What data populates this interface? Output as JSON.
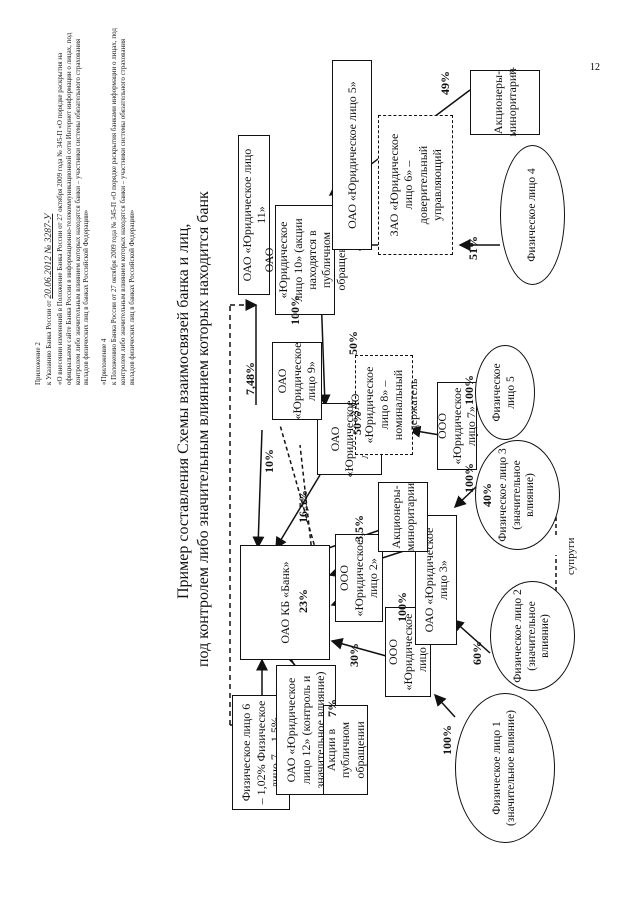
{
  "page_number": "12",
  "header": {
    "appendix2_label": "Приложение 2",
    "appendix2_intro": "к Указанию Банка России от",
    "appendix2_date": "20.06.2012 № 3287-У",
    "appendix2_text": "«О внесении изменений в Положение Банка России от 27 октября 2009 года № 345-П «О порядке раскрытия на официальном сайте Банка России в информационно-телекоммуникационной сети Интернет информации о лицах, под контролем либо значительным влиянием которых находятся банки – участники системы обязательного страхования вкладов физических лиц в банках Российской Федерации»",
    "appendix4_label": "«Приложение 4",
    "appendix4_text": "к Положению Банка России от 27 октября 2009 года № 345-П «О порядке раскрытия банками информации о лицах, под контролем либо значительным влиянием которых находятся банки – участники системы обязательного страхования вкладов физических лиц в банках Российской Федерации»"
  },
  "title_line1": "Пример составления Схемы взаимосвязей банка и лиц,",
  "title_line2": "под контролем либо значительным влиянием которых находится банк",
  "nodes": {
    "bank": "ОАО КБ «Банк»",
    "fl67": "Физическое лицо 6 – 1,02% Физическое лицо 7 – 1,5%",
    "oao12": "ОАО «Юридическое лицо 12» (контроль и значительное влияние)",
    "public_shares": "Акции в публичном обращении",
    "ooo1": "ООО «Юридическое лицо 1»",
    "ooo2": "ООО «Юридическое лицо 2»",
    "oao3": "ОАО «Юридическое лицо 3»",
    "minority1": "Акционеры-миноритарии",
    "oao4": "ОАО «Юридическое лицо 4»",
    "oao9": "ОАО «Юридическое лицо 9»",
    "zao8": "ЗАО «Юридическое лицо 8» – номинальный держатель",
    "ooo7": "ООО «Юридическое лицо 7»",
    "oao11": "ОАО «Юридическое лицо 11»",
    "oao10": "ОАО «Юридическое лицо 10» (акции находятся в публичном обращении)",
    "oao5": "ОАО «Юридическое лицо 5»",
    "zao6": "ЗАО «Юридическое лицо 6» – доверительный управляющий",
    "minority2": "Акционеры-миноритарии",
    "pers1": "Физическое лицо 1 (значительное влияние)",
    "pers2": "Физическое лицо 2 (значительное влияние)",
    "pers3": "Физическое лицо 3 (значительное влияние)",
    "pers4": "Физическое лицо 4",
    "pers5": "Физическое лицо 5",
    "spouses": "супруги"
  },
  "edges": {
    "e_public_7": "7%",
    "e_ooo1_30": "30%",
    "e_pers1_100": "100%",
    "e_ooo2_23": "23%",
    "e_oao3_100": "100%",
    "e_pers2_60": "60%",
    "e_pers3_40": "40%",
    "e_minority1_35": "3,5%",
    "e_oao4_165": "16,5%",
    "e_oao9_10": "10%",
    "e_oao9_748": "7,48%",
    "e_oao10_100": "100%",
    "e_zao8_50": "50%",
    "e_oao5_50": "50%",
    "e_ooo7_100": "100%",
    "e_zao6_51": "51%",
    "e_minority2_49": "49%",
    "e_pers5_100": "100%"
  },
  "trailing_mark": "»."
}
